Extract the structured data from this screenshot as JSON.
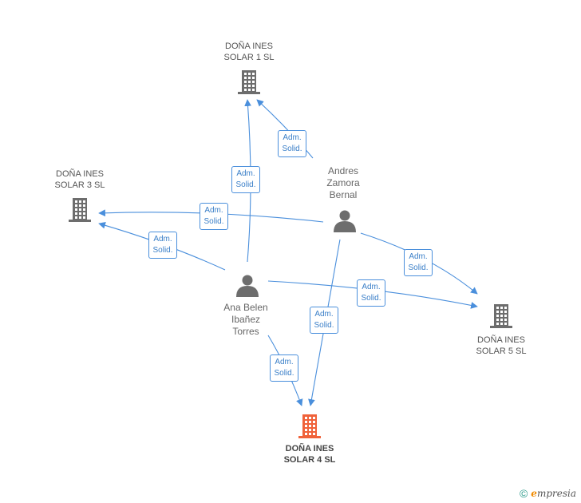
{
  "nodes": [
    {
      "id": "solar1",
      "type": "company",
      "lines": [
        "DOÑA INES",
        "SOLAR 1 SL"
      ],
      "color": "#6d6d6d"
    },
    {
      "id": "solar3",
      "type": "company",
      "lines": [
        "DOÑA INES",
        "SOLAR 3 SL"
      ],
      "color": "#6d6d6d"
    },
    {
      "id": "solar5",
      "type": "company",
      "lines": [
        "DOÑA INES",
        "SOLAR 5 SL"
      ],
      "color": "#6d6d6d"
    },
    {
      "id": "solar4",
      "type": "company",
      "lines": [
        "DOÑA INES",
        "SOLAR 4 SL"
      ],
      "color": "#f0623a",
      "focus": true
    },
    {
      "id": "andres",
      "type": "person",
      "lines": [
        "Andres",
        "Zamora",
        "Bernal"
      ],
      "color": "#6d6d6d"
    },
    {
      "id": "ana",
      "type": "person",
      "lines": [
        "Ana Belen",
        "Ibañez",
        "Torres"
      ],
      "color": "#6d6d6d"
    }
  ],
  "edges": [
    {
      "from": "andres",
      "to": "solar1",
      "label": [
        "Adm.",
        "Solid."
      ]
    },
    {
      "from": "ana",
      "to": "solar1",
      "label": [
        "Adm.",
        "Solid."
      ]
    },
    {
      "from": "andres",
      "to": "solar3",
      "label": [
        "Adm.",
        "Solid."
      ]
    },
    {
      "from": "ana",
      "to": "solar3",
      "label": [
        "Adm.",
        "Solid."
      ]
    },
    {
      "from": "andres",
      "to": "solar5",
      "label": [
        "Adm.",
        "Solid."
      ]
    },
    {
      "from": "ana",
      "to": "solar5",
      "label": [
        "Adm.",
        "Solid."
      ]
    },
    {
      "from": "andres",
      "to": "solar4",
      "label": [
        "Adm.",
        "Solid."
      ]
    },
    {
      "from": "ana",
      "to": "solar4",
      "label": [
        "Adm.",
        "Solid."
      ]
    }
  ],
  "edge_color": "#4a8fdc",
  "footer": {
    "copyright": "©",
    "brand_initial": "e",
    "brand_rest": "mpresia"
  }
}
